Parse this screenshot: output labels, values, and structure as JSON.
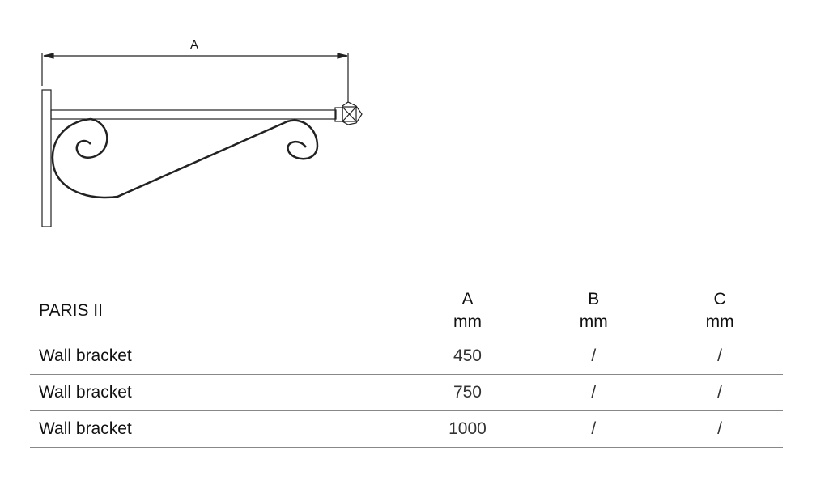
{
  "drawing": {
    "dimension_label": "A"
  },
  "table": {
    "title": "PARIS II",
    "columns": [
      {
        "name": "A",
        "unit": "mm"
      },
      {
        "name": "B",
        "unit": "mm"
      },
      {
        "name": "C",
        "unit": "mm"
      }
    ],
    "rows": [
      {
        "label": "Wall bracket",
        "a": "450",
        "b": "/",
        "c": "/"
      },
      {
        "label": "Wall bracket",
        "a": "750",
        "b": "/",
        "c": "/"
      },
      {
        "label": "Wall bracket",
        "a": "1000",
        "b": "/",
        "c": "/"
      }
    ]
  }
}
